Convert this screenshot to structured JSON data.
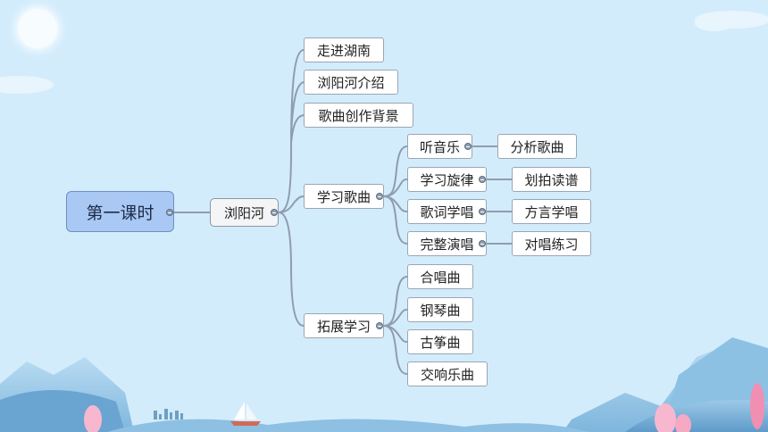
{
  "mindmap": {
    "root": "第一课时",
    "topic": "浏阳河",
    "branches": [
      {
        "label": "走进湖南"
      },
      {
        "label": "浏阳河介绍"
      },
      {
        "label": "歌曲创作背景"
      },
      {
        "label": "学习歌曲",
        "children": [
          {
            "label": "听音乐",
            "child": "分析歌曲"
          },
          {
            "label": "学习旋律",
            "child": "划拍读谱"
          },
          {
            "label": "歌词学唱",
            "child": "方言学唱"
          },
          {
            "label": "完整演唱",
            "child": "对唱练习"
          }
        ]
      },
      {
        "label": "拓展学习",
        "children": [
          {
            "label": "合唱曲"
          },
          {
            "label": "钢琴曲"
          },
          {
            "label": "古筝曲"
          },
          {
            "label": "交响乐曲"
          }
        ]
      }
    ]
  },
  "colors": {
    "sky": "#d3ecfb",
    "root_fill": "#a9c8f4",
    "connector": "#8f9db0"
  },
  "decor": {
    "sun_icon": "sun-icon",
    "boat_icon": "sailboat-icon",
    "mountains": "mountains-illustration",
    "clouds": "cloud-icon"
  }
}
